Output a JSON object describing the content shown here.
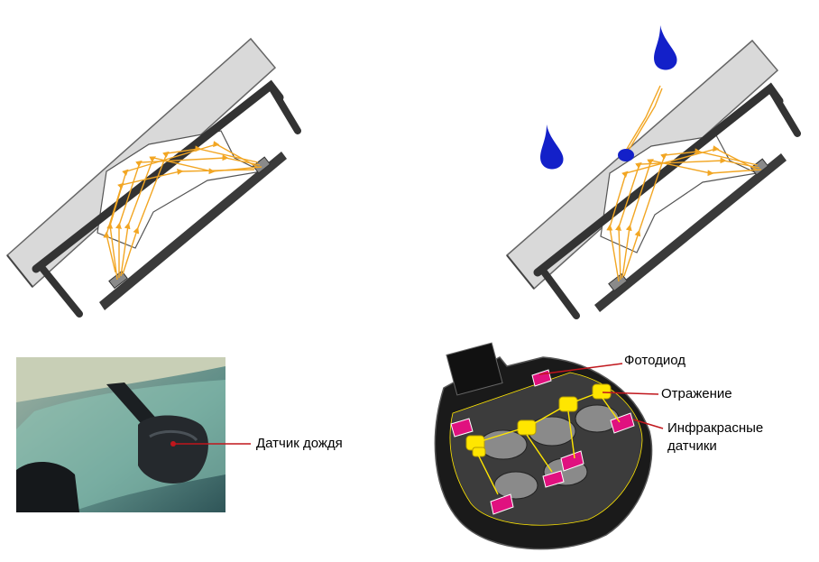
{
  "colors": {
    "ray": "#F2A623",
    "leader": "#C0161C",
    "sensor_yellow": "#FFE600",
    "lens_magenta": "#E0117F",
    "drop_blue": "#1320C9"
  },
  "icons": {
    "top_left": "windshield-light-path-icon",
    "top_right": "windshield-rain-drops-icon",
    "bottom_left": "mirror-sensor-photo-icon",
    "bottom_right": "sensor-module-icon"
  },
  "labels": {
    "rain_sensor": "Датчик дождя",
    "photodiode": "Фотодиод",
    "reflection": "Отражение",
    "infrared_line1": "Инфракрасные",
    "infrared_line2": "датчики"
  }
}
